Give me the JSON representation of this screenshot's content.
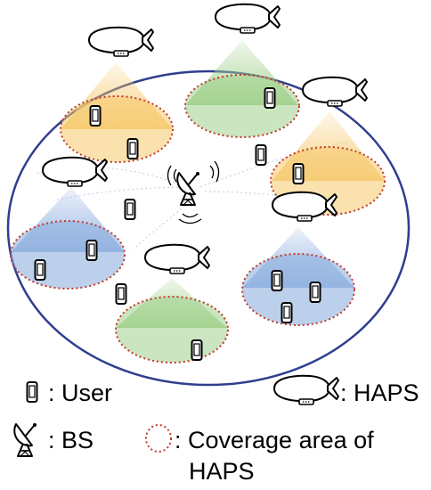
{
  "legend": {
    "user_label": ": User",
    "haps_label": ": HAPS",
    "bs_label": ": BS",
    "coverage_label_line1": ": Coverage area of",
    "coverage_label_line2": "HAPS"
  },
  "colors": {
    "outer_cell": "#2f3e8f",
    "coverage_border": "#c0392b",
    "yellow_zone": "#f6c96b",
    "green_zone": "#9fd08a",
    "blue_zone": "#8fb0e0"
  }
}
